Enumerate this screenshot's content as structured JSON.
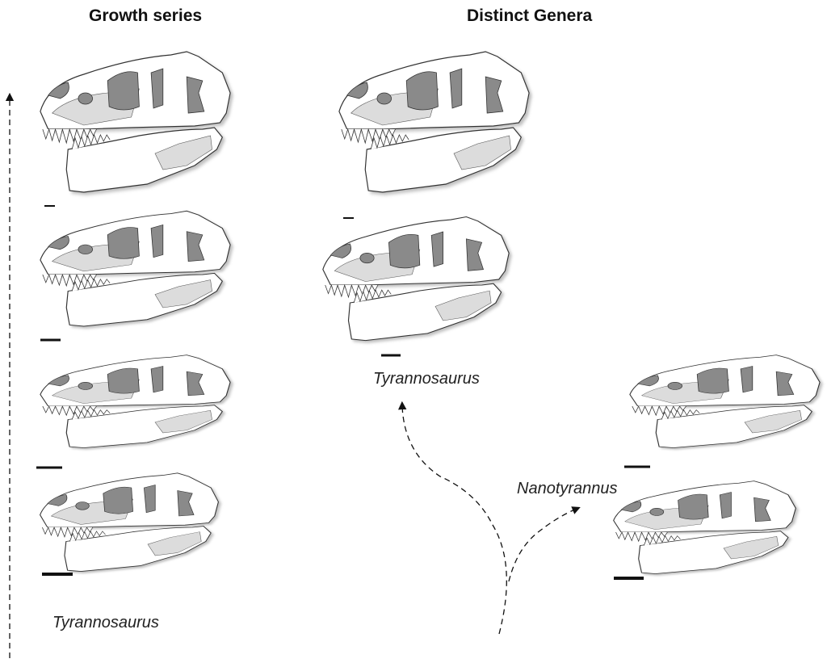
{
  "headers": {
    "left": "Growth series",
    "right": "Distinct Genera"
  },
  "labels": {
    "growth_genus": "Tyrannosaurus",
    "distinct_genus_a": "Tyrannosaurus",
    "distinct_genus_b": "Nanotyrannus"
  },
  "colors": {
    "bone": "#ffffff",
    "light_bone": "#dcdcdc",
    "fenestra": "#8a8a8a",
    "outline": "#333333"
  }
}
